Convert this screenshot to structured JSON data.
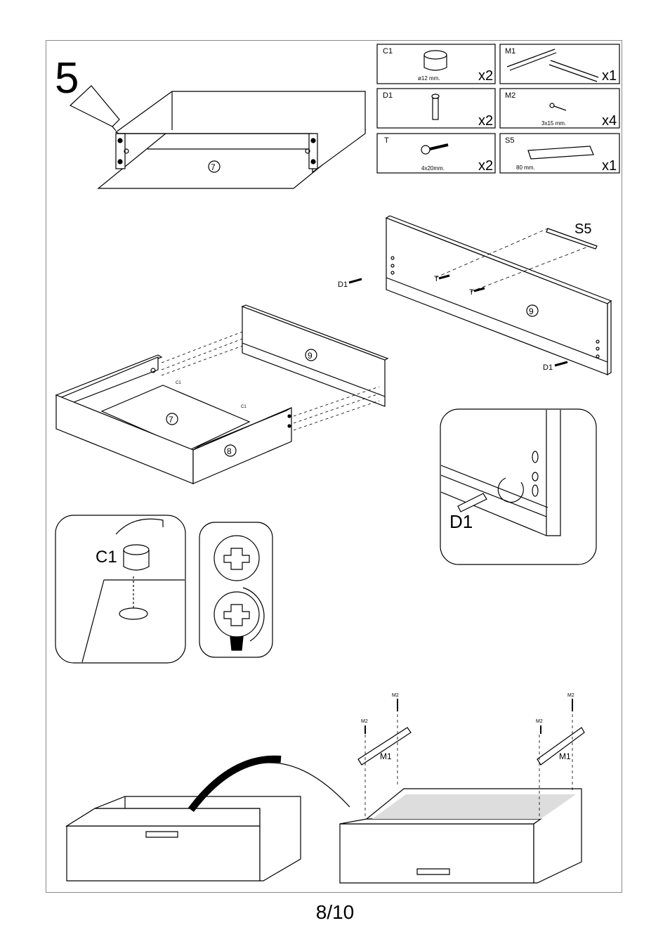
{
  "step_number": "5",
  "page": "8/10",
  "parts": [
    {
      "code": "C1",
      "size": "ø12 mm.",
      "qty": "x2"
    },
    {
      "code": "M1",
      "size": "",
      "qty": "x1"
    },
    {
      "code": "D1",
      "size": "",
      "qty": "x2"
    },
    {
      "code": "M2",
      "size": "3x15 mm.",
      "qty": "x4"
    },
    {
      "code": "T",
      "size": "4x20mm.",
      "qty": "x2"
    },
    {
      "code": "S5",
      "size": "80 mm.",
      "qty": "x1"
    }
  ],
  "labels": {
    "panel7": "7",
    "panel8": "8",
    "panel9": "9",
    "s5": "S5",
    "d1": "D1",
    "t": "T",
    "c1": "C1",
    "m1": "M1",
    "m2": "M2"
  }
}
